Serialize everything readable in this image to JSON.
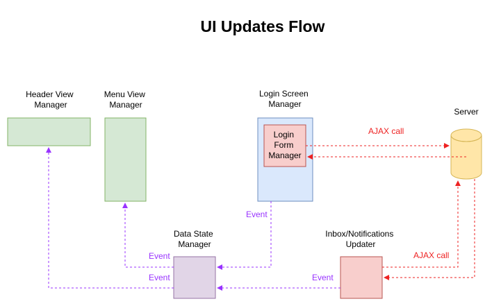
{
  "title": "UI Updates Flow",
  "nodes": {
    "header_view_manager": [
      "Header View",
      "Manager"
    ],
    "menu_view_manager": [
      "Menu View",
      "Manager"
    ],
    "login_screen_manager": [
      "Login Screen",
      "Manager"
    ],
    "login_form_manager": [
      "Login",
      "Form",
      "Manager"
    ],
    "server": [
      "Server"
    ],
    "data_state_manager": [
      "Data State",
      "Manager"
    ],
    "inbox_notifications_updater": [
      "Inbox/Notifications",
      "Updater"
    ]
  },
  "edges": {
    "event_login_to_data_state": "Event",
    "event_data_state_to_menu": "Event",
    "event_data_state_to_header": "Event",
    "event_inbox_to_data_state": "Event",
    "ajax_login_form_server": "AJAX call",
    "ajax_inbox_server": "AJAX call"
  },
  "colors": {
    "green_fill": "#d5e8d4",
    "green_stroke": "#82b366",
    "blue_fill": "#dae8fc",
    "blue_stroke": "#6c8ebf",
    "red_fill": "#f8cecc",
    "red_stroke": "#b85450",
    "purple_fill": "#e1d5e7",
    "purple_stroke": "#9673a6",
    "yellow_fill": "#ffe6a8",
    "yellow_stroke": "#d6b656",
    "event_line": "#9933ff",
    "ajax_line": "#ee2222"
  }
}
